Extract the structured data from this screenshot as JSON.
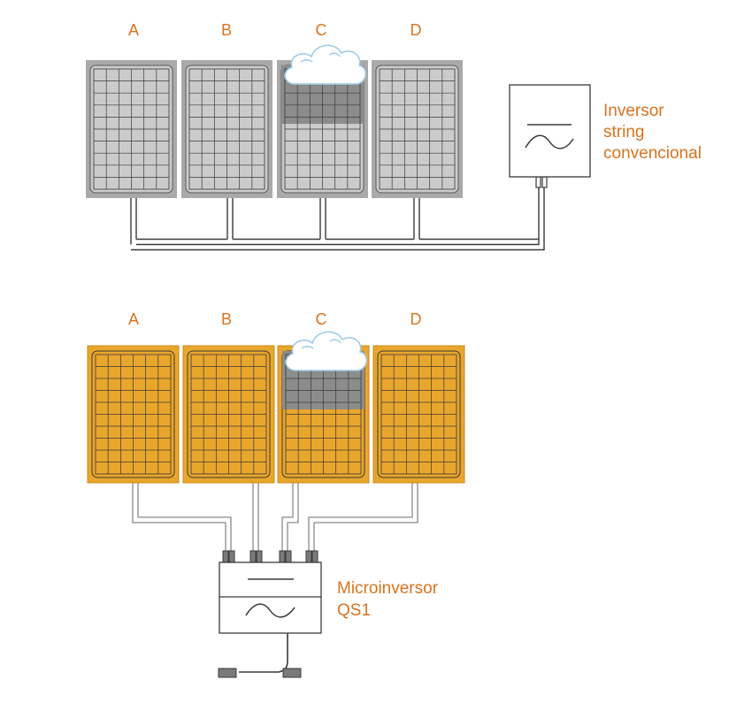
{
  "colors": {
    "accent": "#d9731e",
    "panel_gray": "#cbcbcb",
    "panel_gray_frame": "#a9a9a9",
    "panel_shaded": "#8c8c8c",
    "panel_yellow": "#e9a62c",
    "panel_yellow_frame": "#c9881c",
    "line": "#3a3a3a",
    "cloud_edge": "#9fcbe8"
  },
  "top_diagram": {
    "panel_labels": [
      "A",
      "B",
      "C",
      "D"
    ],
    "shaded_panel": "C",
    "inverter_label_lines": [
      "Inversor",
      "string",
      "convencional"
    ],
    "inverter_icon": "ac-dc-icon"
  },
  "bottom_diagram": {
    "panel_labels": [
      "A",
      "B",
      "C",
      "D"
    ],
    "shaded_panel": "C",
    "microinverter_label_lines": [
      "Microinversor",
      "QS1"
    ],
    "microinverter_icon": "ac-dc-icon",
    "cloud_icon": "cloud-icon"
  }
}
